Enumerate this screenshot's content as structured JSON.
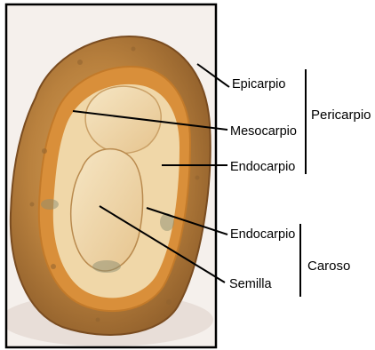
{
  "labels": {
    "epicarpio": "Epicarpio",
    "mesocarpio": "Mesocarpio",
    "endocarpio_1": "Endocarpio",
    "endocarpio_2": "Endocarpio",
    "semilla": "Semilla"
  },
  "groups": {
    "pericarpio": "Pericarpio",
    "caroso": "Caroso"
  }
}
